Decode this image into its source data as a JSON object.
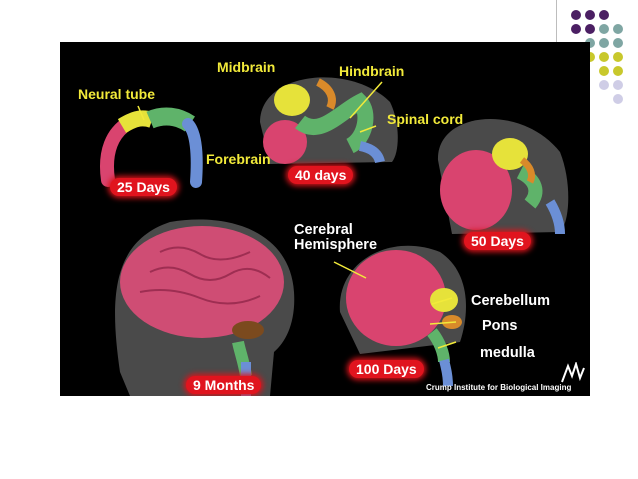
{
  "labels": {
    "neural_tube": "Neural tube",
    "midbrain": "Midbrain",
    "hindbrain": "Hindbrain",
    "spinal_cord": "Spinal cord",
    "forebrain": "Forebrain",
    "cerebral_hemisphere": "Cerebral\nHemisphere",
    "cerebellum": "Cerebellum",
    "pons": "Pons",
    "medulla": "medulla"
  },
  "stages": {
    "d25": "25 Days",
    "d40": "40 days",
    "d50": "50 Days",
    "d100": "100 Days",
    "m9": "9 Months"
  },
  "credit": "Crump Institute for Biological Imaging",
  "colors": {
    "background": "#000000",
    "forebrain": "#d9446f",
    "midbrain": "#e6e23a",
    "hindbrain": "#5fb36a",
    "spinal_cord": "#6b8fd6",
    "label": "#f2ea3a",
    "stage_tag": "#e0141e",
    "dot_purple": "#4b1f63",
    "dot_teal": "#7fa6a3",
    "dot_olive": "#c8c82c",
    "dot_lavender": "#cfcde6"
  }
}
